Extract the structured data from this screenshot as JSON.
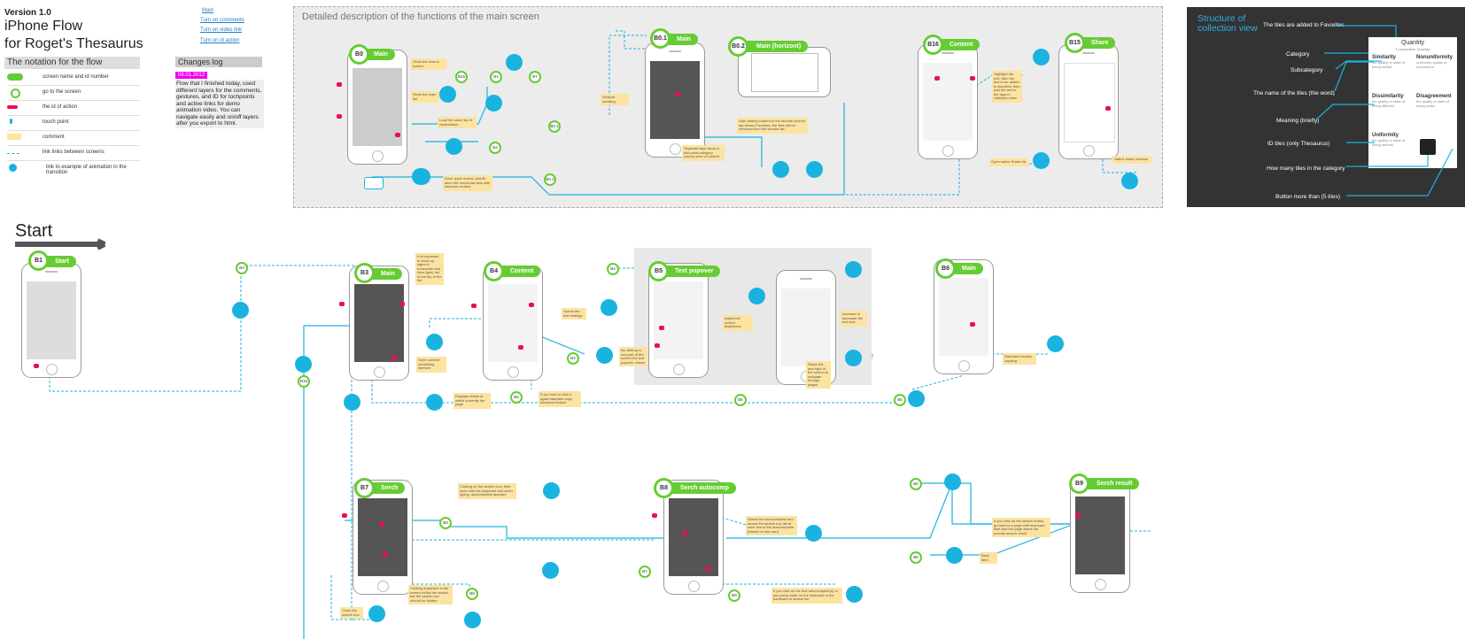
{
  "header": {
    "version": "Version 1.0",
    "title_line1": "iPhone Flow",
    "title_line2": "for Roget's Thesaurus"
  },
  "notation": {
    "title": "The notation for the flow",
    "items": [
      "screen name and id number",
      "go to the screen",
      "the id of action",
      "touch point",
      "comment",
      "link links between screens",
      "link to example of animation in the transition"
    ]
  },
  "links": [
    "Main",
    "Turn on comments",
    "Turn on video link",
    "Turn on id action"
  ],
  "changes": {
    "title": "Changes log",
    "date": "08.01.2012",
    "text": "Flow that I finished today, used different layers for the comments, gestures, and ID for tochpoints and active links for demo animation video. You can navigate easily and on/off layers after you export to html."
  },
  "panel": {
    "title": "Detailed description of the functions of the main screen"
  },
  "structure": {
    "title": "Structure of collection view",
    "labels": [
      "The tiles are added to Favorites",
      "Category",
      "Subcategory",
      "The name of the tiles (the word)",
      "Meaning (briefly)",
      "ID tiles (only Thesaurus)",
      "How many tiles in the category",
      "Button more than (5 tiles)"
    ],
    "grid_header": "Quantity",
    "grid_sub": "Comparative Quantity",
    "tiles": [
      {
        "name": "Similarity",
        "desc": "the quality or state of being similar"
      },
      {
        "name": "Nonuniformity",
        "desc": "uniformity quality of nonuniform"
      },
      {
        "name": "Dissimilarity",
        "desc": "the quality or state of being different"
      },
      {
        "name": "Disagreement",
        "desc": "the quality or state of being unlike"
      },
      {
        "name": "Uniformity",
        "desc": "the quality or state of being uniform"
      }
    ]
  },
  "start": "Start",
  "screens": [
    {
      "id": "B0",
      "name": "Main"
    },
    {
      "id": "B0.1",
      "name": "Main"
    },
    {
      "id": "B0.2",
      "name": "Main (horizont)"
    },
    {
      "id": "B16",
      "name": "Content"
    },
    {
      "id": "B15",
      "name": "Share"
    },
    {
      "id": "B1",
      "name": "Start"
    },
    {
      "id": "B3",
      "name": "Main"
    },
    {
      "id": "B4",
      "name": "Content"
    },
    {
      "id": "B5",
      "name": "Text popover"
    },
    {
      "id": "B6",
      "name": "Main"
    },
    {
      "id": "B7",
      "name": "Serch"
    },
    {
      "id": "B8",
      "name": "Serch autocomp"
    },
    {
      "id": "B9",
      "name": "Serch result"
    }
  ],
  "go": {
    "b16": "B16",
    "b7": "B7",
    "b4a": "B4",
    "b4b": "B4",
    "b4c": "B4",
    "b4d": "B4",
    "b3": "B3",
    "b6a": "B6",
    "b6b": "B6",
    "b6c": "B6",
    "b6d": "B6",
    "b6e": "B6",
    "b8": "B8",
    "b7b": "B7",
    "b9a": "B9",
    "b9b": "B9",
    "b0a": "B0.1",
    "b0b": "B0.2",
    "b16b": "B16"
  },
  "notes": {
    "n1": "It is important to show up signs in horizontal mod view (gen) not in the top of the list",
    "n2": "Open content containing element",
    "n3": "Opens the text settings",
    "n4": "Adjust the screen brightness",
    "n5": "Increase or decrease the text size",
    "n6": "Swipe left and right of the screen to navigate through pages",
    "n7": "By clicking in any part of the screen the text popover closes",
    "n8": "Displays status of which currently the page",
    "n9": "If you hold or click it again standard copy functions feature",
    "n10": "Standard function copying",
    "n11": "Clicking on the search icon, field open with the keyboard and when typing, autocomplete appears",
    "n12": "Clicking anywhere in the screen below the search bar the search box should be hidden",
    "n13": "Close the search box",
    "n14": "Shows the autocomplete and shows the search box list at each line in the autocomplete (based on line user)",
    "n15": "If you click on the search button, go back to a page with keyboard hide and the page where we provide search result",
    "n16": "Back item",
    "n17": "If you click on the text autocomplete(s) or you press enter on the keyboard or the hardware to search list",
    "n18": "Show the search screen",
    "n19": "Show the main list",
    "n20": "Load the same list of context/favs",
    "n21": "Gesture scrolling",
    "n22": "After adding content to the favorite and the tap shows Favorites, the tiles will be removed from the favorite list",
    "n23": "Separate taps cause a fold point category (down) view of content",
    "n24": "Highlight the text, then the text to be added to favorites, then add the text to the tags in collection view",
    "n25": "Open native Share list",
    "n26": "Native share process",
    "n27": "Drive quick review, and fill seen the horizontal view with interests content"
  },
  "colors": {
    "green": "#66cc33",
    "blue": "#1ab3e0",
    "red": "#e8124a",
    "note": "#fde3a0",
    "dark": "#333333",
    "accent": "#2ab0e8"
  }
}
